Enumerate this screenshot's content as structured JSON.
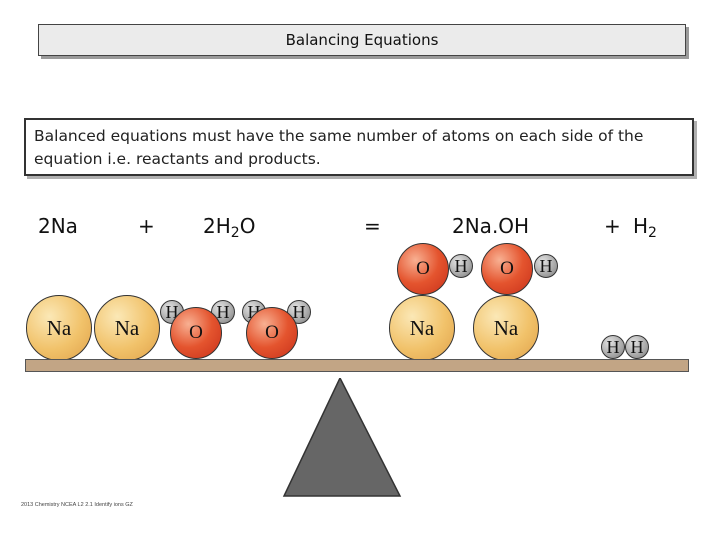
{
  "title": "Balancing Equations",
  "description": "Balanced equations must have the same number of atoms on each side of the equation i.e. reactants and products.",
  "equation": {
    "reactant1": "2Na",
    "plus1": "+",
    "reactant2_main": "2H",
    "reactant2_sub": "2",
    "reactant2_tail": "O",
    "equals": "=",
    "product1": "2Na.OH",
    "plus2": "+",
    "product2_main": "H",
    "product2_sub": "2"
  },
  "atoms": {
    "na": "Na",
    "o": "O",
    "h": "H"
  },
  "colors": {
    "sodium": "#f1c26a",
    "oxygen": "#e4542e",
    "hydrogen": "#a8a8a8",
    "beam": "#c2a585",
    "fulcrum": "#666666"
  },
  "footer": "2013 Chemistry NCEA L2 2.1 Identify ions GZ"
}
